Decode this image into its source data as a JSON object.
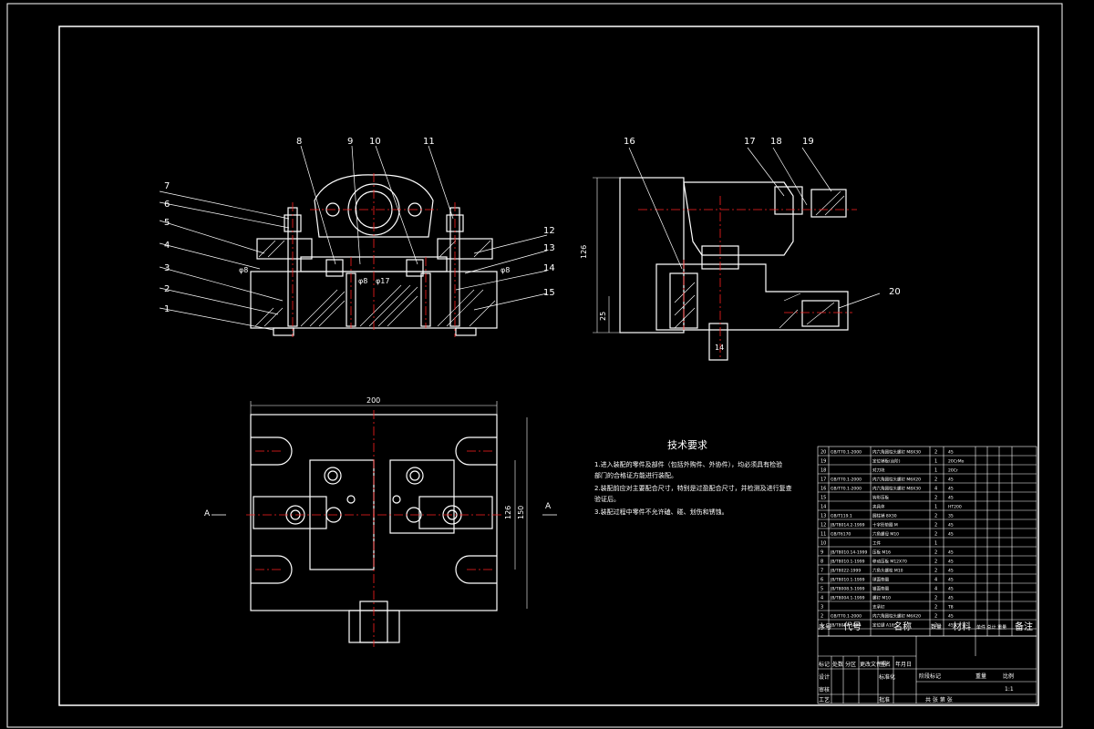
{
  "part_numbers": [
    "1",
    "2",
    "3",
    "4",
    "5",
    "6",
    "7",
    "8",
    "9",
    "10",
    "11",
    "12",
    "13",
    "14",
    "15",
    "16",
    "17",
    "18",
    "19",
    "20"
  ],
  "dimensions": {
    "front_left": "φ8",
    "front_center_a": "φ8",
    "front_center_b": "φ17",
    "front_right": "φ8",
    "side_height": "126",
    "side_small": "25",
    "side_bottom": "14",
    "plan_width": "200",
    "plan_height_inner": "126",
    "plan_height_outer": "150"
  },
  "section_marks": {
    "left": "A",
    "right": "A"
  },
  "technical_requirements": {
    "title": "技术要求",
    "lines": [
      "1.进入装配的零件及部件（包括外购件、外协件），均必须具有检验",
      "部门的合格证方能进行装配。",
      "2.装配前应对主要配合尺寸，特别是过盈配合尺寸，并检测及进行复查",
      "验证后。",
      "3.装配过程中零件不允许磕、碰、划伤和锈蚀。"
    ]
  },
  "bom": {
    "rows": [
      {
        "no": "20",
        "code": "GB/T70.1-2000",
        "name": "内六角圆柱头螺钉 M8X30",
        "qty": "2",
        "mat": "45",
        "note": ""
      },
      {
        "no": "19",
        "code": "",
        "name": "定位销板(台阶)",
        "qty": "1",
        "mat": "20CrMo",
        "note": ""
      },
      {
        "no": "18",
        "code": "",
        "name": "对刀块",
        "qty": "1",
        "mat": "20Cr",
        "note": ""
      },
      {
        "no": "17",
        "code": "GB/T70.1-2000",
        "name": "内六角圆柱头螺钉 M6X20",
        "qty": "2",
        "mat": "45",
        "note": ""
      },
      {
        "no": "16",
        "code": "GB/T70.1-2000",
        "name": "内六角圆柱头螺钉 M8X30",
        "qty": "4",
        "mat": "45",
        "note": ""
      },
      {
        "no": "15",
        "code": "",
        "name": "钩形压板",
        "qty": "2",
        "mat": "45",
        "note": ""
      },
      {
        "no": "14",
        "code": "",
        "name": "夹具体",
        "qty": "1",
        "mat": "HT200",
        "note": ""
      },
      {
        "no": "13",
        "code": "GB/T119.1",
        "name": "圆柱销 8X30",
        "qty": "2",
        "mat": "35",
        "note": ""
      },
      {
        "no": "12",
        "code": "JB/T8014.2-1999",
        "name": "十字形垫圈 M",
        "qty": "2",
        "mat": "45",
        "note": ""
      },
      {
        "no": "11",
        "code": "GB/T6170",
        "name": "六角螺母 M10",
        "qty": "2",
        "mat": "45",
        "note": ""
      },
      {
        "no": "10",
        "code": "",
        "name": "工件",
        "qty": "1",
        "mat": "",
        "note": ""
      },
      {
        "no": "9",
        "code": "JB/T8010.14-1999",
        "name": "压板 M16",
        "qty": "2",
        "mat": "45",
        "note": ""
      },
      {
        "no": "8",
        "code": "JB/T8010.1-1999",
        "name": "移动压板 M12X70",
        "qty": "2",
        "mat": "45",
        "note": ""
      },
      {
        "no": "7",
        "code": "JB/T8022-1999",
        "name": "六角头螺栓 M10",
        "qty": "2",
        "mat": "45",
        "note": ""
      },
      {
        "no": "6",
        "code": "JB/T8010.1-1999",
        "name": "球面垫圈",
        "qty": "4",
        "mat": "45",
        "note": ""
      },
      {
        "no": "5",
        "code": "JB/T8008.5-1999",
        "name": "锥面垫圈",
        "qty": "4",
        "mat": "45",
        "note": ""
      },
      {
        "no": "4",
        "code": "JB/T8004.1-1999",
        "name": "螺钉 M10",
        "qty": "2",
        "mat": "45",
        "note": ""
      },
      {
        "no": "3",
        "code": "",
        "name": "支承钉",
        "qty": "2",
        "mat": "T8",
        "note": ""
      },
      {
        "no": "2",
        "code": "GB/T70.1-2000",
        "name": "内六角圆柱头螺钉 M6X20",
        "qty": "2",
        "mat": "45",
        "note": ""
      },
      {
        "no": "1",
        "code": "JB/T8017-1999",
        "name": "定位键 A18",
        "qty": "2",
        "mat": "45",
        "note": ""
      }
    ],
    "header": {
      "no": "序号",
      "code": "代号",
      "name": "名称",
      "qty": "数量",
      "mat": "材料",
      "weight": "单件 总计 重量",
      "note": "备注"
    }
  },
  "title_block": {
    "row1": [
      "标记",
      "处数",
      "分区",
      "更改文件号",
      "签名",
      "年月日"
    ],
    "designer": "设计",
    "standardization": "标准化",
    "review": "审核",
    "process": "工艺",
    "approve": "批准",
    "stage_label": "阶段标记",
    "weight_label": "重量",
    "scale_label": "比例",
    "scale_value": "1:1",
    "sheets": "共  张  第  张"
  },
  "colors": {
    "background": "#000000",
    "line": "#ffffff",
    "center": "#ff2020",
    "hatch": "#ffffff"
  }
}
